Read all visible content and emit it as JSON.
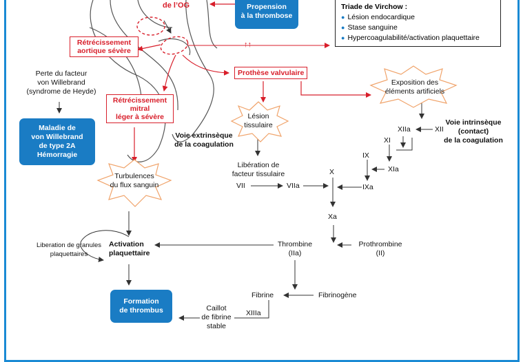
{
  "colors": {
    "accent_blue": "#1a7cc4",
    "red": "#d81e2a",
    "frame": "#1a8ad4",
    "arrow": "#333333"
  },
  "virchow": {
    "title": "Triade de Virchow :",
    "items": [
      "Lésion endocardique",
      "Stase sanguine",
      "Hypercoagulabilité/activation plaquettaire"
    ]
  },
  "top": {
    "og_label": "de l’OG",
    "propensity": "Propension\nà la thrombose",
    "double_arrow": "↑↑"
  },
  "red_boxes": {
    "aortic": "Rétrécissement\naortique sévère",
    "prosthesis": "Prothèse valvulaire",
    "mitral": "Rétrécissement\nmitral\nléger à sévère"
  },
  "left": {
    "vwf_loss": "Perte du facteur\nvon Willebrand\n(syndrome de Heyde)",
    "vwd_box": "Maladie de\nvon Willebrand\nde type 2A\nHémorragie",
    "turbulence": "Turbulences\ndu flux sanguin",
    "granules": "Liberation de granules\nplaquettaires",
    "activation": "Activation\nplaquettaire",
    "thrombus": "Formation\nde thrombus"
  },
  "extrinsic": {
    "lesion": "Lésion\ntissulaire",
    "title": "Voie extrinsèque\nde la coagulation",
    "tissue_factor": "Libération de\nfacteur tissulaire",
    "VII": "VII",
    "VIIa": "VIIa"
  },
  "intrinsic": {
    "exposure": "Exposition des\néléments artificiels",
    "title": "Voie intrinsèque\n(contact)\nde la coagulation",
    "XII": "XII",
    "XIIa": "XIIa",
    "XI": "XI",
    "XIa": "XIa",
    "IX": "IX",
    "IXa": "IXa"
  },
  "common": {
    "X": "X",
    "Xa": "Xa",
    "thrombin": "Thrombine\n(IIa)",
    "prothrombin": "Prothrombine\n(II)",
    "fibrin": "Fibrine",
    "fibrinogen": "Fibrinogène",
    "XIIIa": "XIIIa",
    "clot": "Caillot\nde fibrine\nstable"
  }
}
